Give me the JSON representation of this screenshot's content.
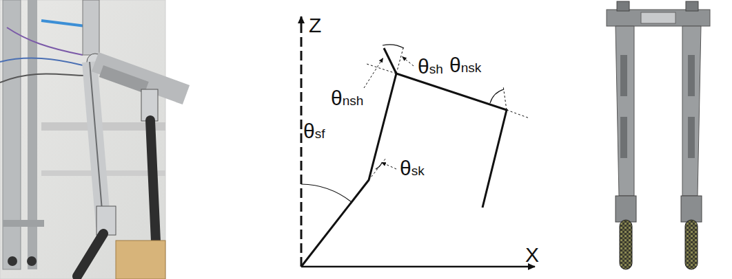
{
  "diagram": {
    "labels": [
      "Z",
      "θsh",
      "θnsh",
      "θnsk",
      "θsk",
      "θsf",
      "X"
    ]
  }
}
